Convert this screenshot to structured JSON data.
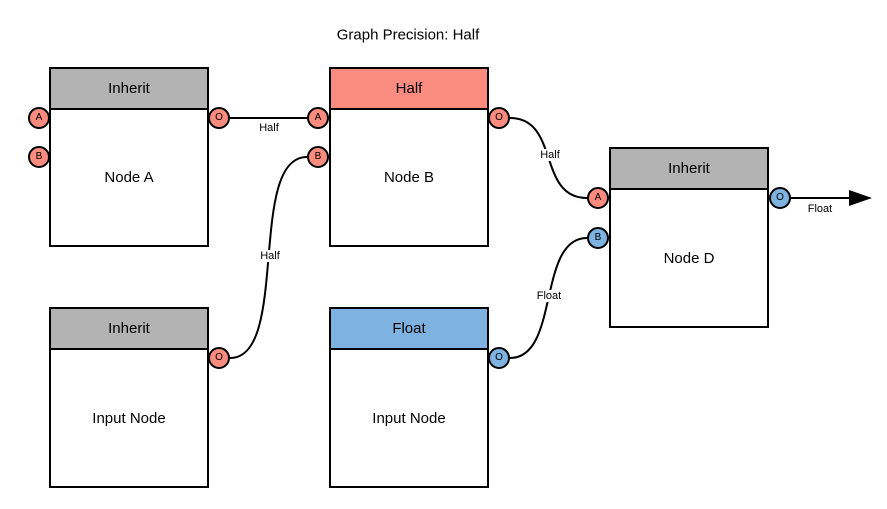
{
  "title": "Graph Precision: Half",
  "colors": {
    "inherit_header": "#b3b3b3",
    "half_salmon": "#f98b7f",
    "float_blue": "#7eb2e0",
    "edge": "#000000"
  },
  "nodes": {
    "node_a": {
      "header": "Inherit",
      "header_color": "#b3b3b3",
      "label": "Node A"
    },
    "node_b": {
      "header": "Half",
      "header_color": "#f98b7f",
      "label": "Node B"
    },
    "node_d": {
      "header": "Inherit",
      "header_color": "#b3b3b3",
      "label": "Node D"
    },
    "input_1": {
      "header": "Inherit",
      "header_color": "#b3b3b3",
      "label": "Input Node"
    },
    "input_2": {
      "header": "Float",
      "header_color": "#7eb2e0",
      "label": "Input Node"
    }
  },
  "ports": {
    "node_a_in_a": {
      "letter": "A",
      "color": "#f98b7f"
    },
    "node_a_in_b": {
      "letter": "B",
      "color": "#f98b7f"
    },
    "node_a_out": {
      "letter": "O",
      "color": "#f98b7f"
    },
    "node_b_in_a": {
      "letter": "A",
      "color": "#f98b7f"
    },
    "node_b_in_b": {
      "letter": "B",
      "color": "#f98b7f"
    },
    "node_b_out": {
      "letter": "O",
      "color": "#f98b7f"
    },
    "node_d_in_a": {
      "letter": "A",
      "color": "#f98b7f"
    },
    "node_d_in_b": {
      "letter": "B",
      "color": "#7eb2e0"
    },
    "node_d_out": {
      "letter": "O",
      "color": "#7eb2e0"
    },
    "input_1_out": {
      "letter": "O",
      "color": "#f98b7f"
    },
    "input_2_out": {
      "letter": "O",
      "color": "#7eb2e0"
    }
  },
  "edges": {
    "a_to_b": {
      "label": "Half"
    },
    "input1_to_b": {
      "label": "Half"
    },
    "b_to_d": {
      "label": "Half"
    },
    "input2_to_d": {
      "label": "Float"
    },
    "d_output": {
      "label": "Float"
    }
  }
}
